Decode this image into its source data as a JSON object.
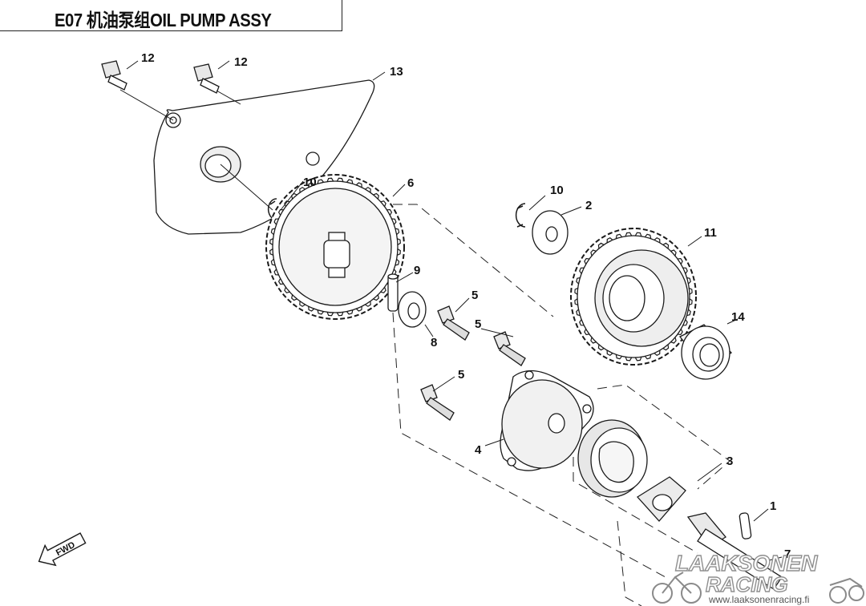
{
  "header": {
    "title": "E07  机油泵组OIL PUMP ASSY"
  },
  "callouts": [
    {
      "id": "c12a",
      "label": "12"
    },
    {
      "id": "c12b",
      "label": "12"
    },
    {
      "id": "c13",
      "label": "13"
    },
    {
      "id": "c10a",
      "label": "10"
    },
    {
      "id": "c6",
      "label": "6"
    },
    {
      "id": "c10b",
      "label": "10"
    },
    {
      "id": "c2",
      "label": "2"
    },
    {
      "id": "c11",
      "label": "11"
    },
    {
      "id": "c9",
      "label": "9"
    },
    {
      "id": "c5a",
      "label": "5"
    },
    {
      "id": "c5b",
      "label": "5"
    },
    {
      "id": "c14",
      "label": "14"
    },
    {
      "id": "c8",
      "label": "8"
    },
    {
      "id": "c5c",
      "label": "5"
    },
    {
      "id": "c4",
      "label": "4"
    },
    {
      "id": "c3",
      "label": "3"
    },
    {
      "id": "c1",
      "label": "1"
    },
    {
      "id": "c7",
      "label": "7"
    }
  ],
  "fwd_badge": {
    "label": "FWD",
    "icon": "fwd-arrow-icon"
  },
  "watermark": {
    "line1": "LAAKSONEN",
    "line2": "RACING",
    "url": "www.laaksonenracing.fi",
    "color": "#9a9a9a"
  },
  "colors": {
    "line": "#1a1a1a",
    "fill": "#ffffff",
    "shade": "#e6e6e6"
  }
}
